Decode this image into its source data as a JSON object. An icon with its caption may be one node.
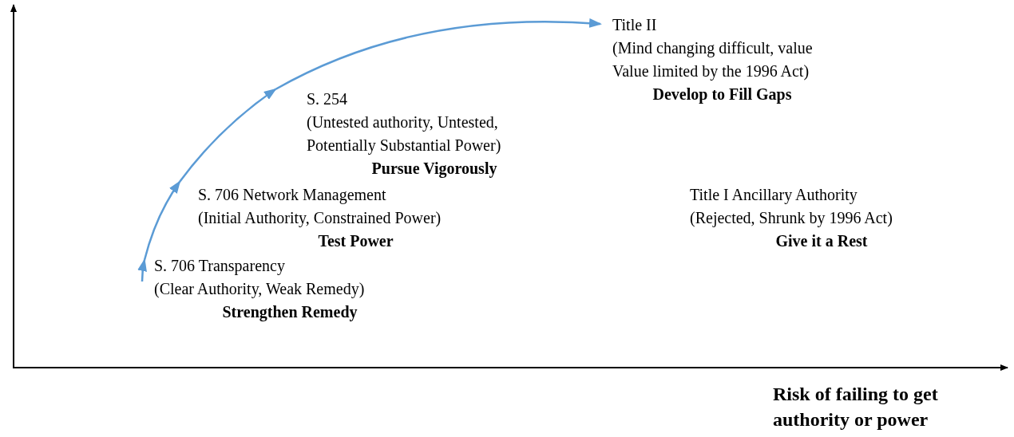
{
  "diagram": {
    "nodes": [
      {
        "text": [
          "S. 706 Transparency",
          "(Clear Authority, Weak Remedy)",
          "Strengthen Remedy"
        ]
      },
      {
        "text": [
          "S. 706 Network Management",
          "(Initial Authority, Constrained Power)",
          "Test Power"
        ]
      },
      {
        "text": [
          "S. 254",
          "(Untested authority, Untested, Potentially Substantial Power)",
          "Pursue Vigorously"
        ]
      },
      {
        "text": [
          "Title II",
          "(Mind changing difficult, value Value limited by the 1996 Act)",
          "Develop to Fill Gaps"
        ]
      },
      {
        "text": [
          "Title I Ancillary Authority",
          "(Rejected, Shrunk by 1996 Act)",
          "Give it a Rest"
        ]
      }
    ],
    "edges": [
      {
        "from": null,
        "to": 0,
        "arrow": "to"
      },
      {
        "from": 0,
        "to": 1,
        "arrow": "to"
      },
      {
        "from": 1,
        "to": 2,
        "arrow": "to"
      },
      {
        "from": 2,
        "to": 3,
        "arrow": "to"
      }
    ],
    "labels": [
      "Risk of failing to get authority or power"
    ]
  }
}
